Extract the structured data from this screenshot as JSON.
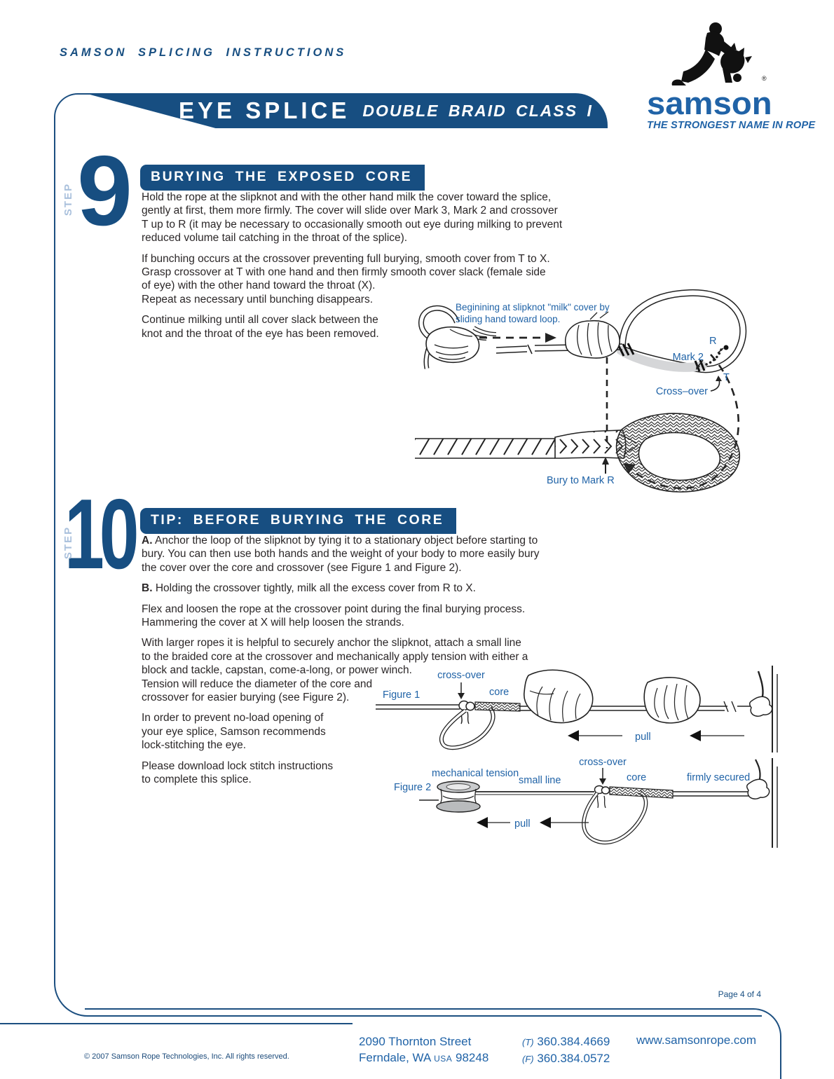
{
  "page": {
    "eyebrow": "SAMSON SPLICING INSTRUCTIONS",
    "title": "EYE SPLICE",
    "subtitle": "DOUBLE BRAID CLASS I",
    "page_number": "Page 4 of 4"
  },
  "logo": {
    "wordmark": "samson",
    "registered": "®",
    "tagline": "THE STRONGEST NAME IN ROPE"
  },
  "colors": {
    "navy": "#174e81",
    "label_blue": "#2063a7",
    "step_light": "#a9c0dc",
    "body_text": "#2b2728"
  },
  "steps": [
    {
      "number": "9",
      "step_label": "STEP",
      "heading": "BURYING THE EXPOSED CORE",
      "paragraphs": [
        {
          "lead": "",
          "text": "Hold the rope at the slipknot and with the other hand milk the cover toward the splice,\ngently at first, them more firmly. The cover will slide over Mark 3, Mark 2 and crossover\nT up to R (it may be necessary to occasionally smooth out eye during milking to prevent\nreduced volume tail catching in the throat of the splice)."
        },
        {
          "lead": "",
          "text": "If bunching occurs at the crossover preventing full burying, smooth cover from T to X.\nGrasp crossover at T with one hand and then firmly smooth cover slack (female side\nof eye) with the other hand toward the throat (X).\nRepeat as necessary until bunching disappears."
        },
        {
          "lead": "",
          "text": "Continue milking until all cover slack between the\nknot and the throat of the eye has been removed."
        }
      ]
    },
    {
      "number": "10",
      "step_label": "STEP",
      "heading": "TIP: BEFORE BURYING THE CORE",
      "paragraphs": [
        {
          "lead": "A.",
          "text": "Anchor the loop of the slipknot by tying it to a stationary object before starting to\nbury. You can then use both hands and the weight of your body to more easily bury\nthe cover over the core and crossover (see Figure 1 and Figure 2)."
        },
        {
          "lead": "B.",
          "text": "Holding the crossover tightly, milk all the excess cover from R to X."
        },
        {
          "lead": "",
          "text": "Flex and loosen the rope at the crossover point during the final burying process.\nHammering the cover at X will help loosen the strands."
        },
        {
          "lead": "",
          "text": "With larger ropes it is helpful to securely anchor the slipknot, attach a small line\nto the braided core at the crossover and mechanically apply tension with either a\nblock and tackle, capstan, come-a-long, or power winch.\nTension will reduce the diameter of the core and\ncrossover for easier burying (see Figure 2)."
        },
        {
          "lead": "",
          "text": "In order to prevent no-load opening of\nyour eye splice, Samson recommends\nlock-stitching the eye."
        },
        {
          "lead": "",
          "text": "Please download lock stitch instructions\nto complete this splice."
        }
      ]
    }
  ],
  "diagram9": {
    "caption": "Beginining at slipknot \"milk\" cover by\nsliding hand toward loop.",
    "labels": {
      "r": "R",
      "mark2": "Mark 2",
      "t": "T",
      "crossover": "Cross–over",
      "bury": "Bury to Mark R"
    }
  },
  "figures": {
    "fig1": {
      "label": "Figure 1",
      "crossover": "cross-over",
      "core": "core",
      "pull": "pull"
    },
    "fig2": {
      "label": "Figure 2",
      "mechanical": "mechanical tension",
      "small_line": "small line",
      "crossover": "cross-over",
      "core": "core",
      "secured": "firmly secured",
      "pull": "pull"
    }
  },
  "footer": {
    "copyright": "© 2007 Samson Rope Technologies, Inc. All rights reserved.",
    "address_line1": "2090 Thornton Street",
    "address_line2_pre": "Ferndale, WA",
    "address_usa": "USA",
    "address_zip": "98248",
    "phone_t_label": "(T)",
    "phone_t": "360.384.4669",
    "phone_f_label": "(F)",
    "phone_f": "360.384.0572",
    "website": "www.samsonrope.com"
  }
}
